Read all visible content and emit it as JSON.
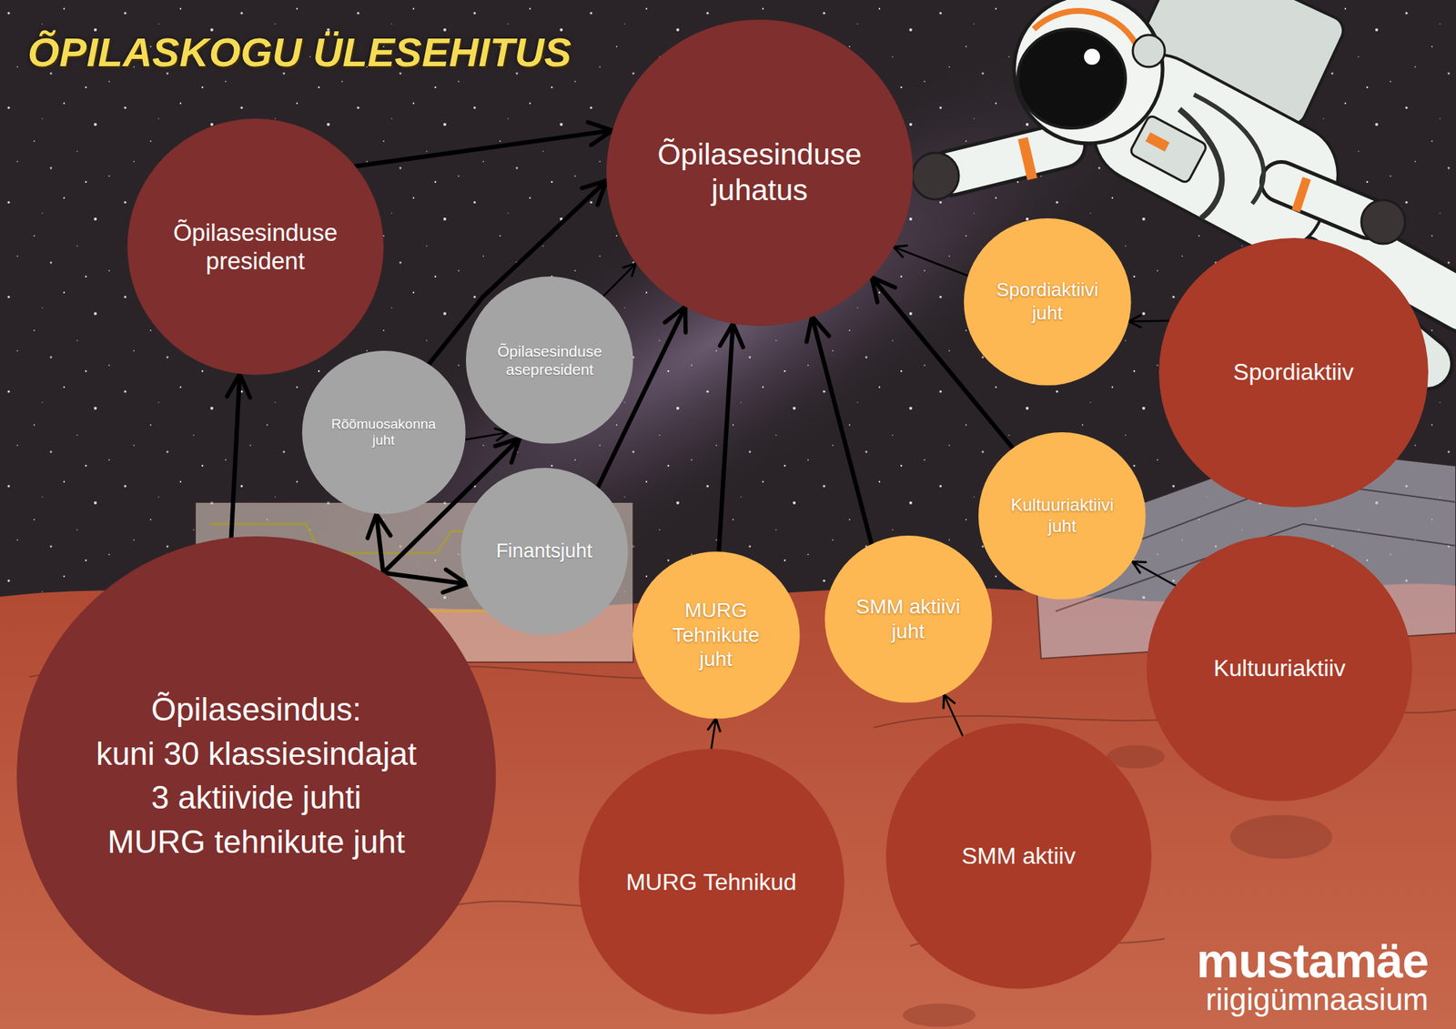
{
  "diagram": {
    "title": "ÕPILASKOGU ÜLESEHITUS",
    "nodes": [
      {
        "text": [
          "Õpilasesinduse president"
        ]
      },
      {
        "text": [
          "Õpilasesinduse juhatus"
        ]
      },
      {
        "text": [
          "Spordiaktiivi juht"
        ]
      },
      {
        "text": [
          "Õpilasesinduse asepresident"
        ]
      },
      {
        "text": [
          "Spordiaktiiv"
        ]
      },
      {
        "text": [
          "Rõõmuosakonna juht"
        ]
      },
      {
        "text": [
          "Kultuuriaktiivi juht"
        ]
      },
      {
        "text": [
          "Finantsjuht"
        ]
      },
      {
        "text": [
          "SMM aktiivi juht"
        ]
      },
      {
        "text": [
          "MURG Tehnikute juht"
        ]
      },
      {
        "text": [
          "Kultuuriaktiiv"
        ]
      },
      {
        "text": [
          "Õpilasesindus:",
          "kuni 30 klassiesindajat",
          "3 aktiivide juhti",
          "MURG tehnikute juht"
        ]
      },
      {
        "text": [
          "SMM aktiiv"
        ]
      },
      {
        "text": [
          "MURG Tehnikud"
        ]
      }
    ],
    "edges": [
      {
        "from": 11,
        "to": 0,
        "arrow": "to"
      },
      {
        "from": 0,
        "to": 1,
        "arrow": "to"
      },
      {
        "from": 11,
        "to": 5,
        "arrow": "to"
      },
      {
        "from": 11,
        "to": 3,
        "arrow": "to"
      },
      {
        "from": 11,
        "to": 7,
        "arrow": "to"
      },
      {
        "from": 5,
        "to": 3,
        "arrow": "to"
      },
      {
        "from": 5,
        "to": 1,
        "arrow": "to"
      },
      {
        "from": 3,
        "to": 1,
        "arrow": "to"
      },
      {
        "from": 7,
        "to": 1,
        "arrow": "to"
      },
      {
        "from": 9,
        "to": 1,
        "arrow": "to"
      },
      {
        "from": 8,
        "to": 1,
        "arrow": "to"
      },
      {
        "from": 6,
        "to": 1,
        "arrow": "to"
      },
      {
        "from": 2,
        "to": 1,
        "arrow": "to"
      },
      {
        "from": 4,
        "to": 2,
        "arrow": "to"
      },
      {
        "from": 10,
        "to": 6,
        "arrow": "to"
      },
      {
        "from": 12,
        "to": 8,
        "arrow": "to"
      },
      {
        "from": 13,
        "to": 9,
        "arrow": "to"
      }
    ],
    "labels": [
      "mustamäe",
      "riigigümnaasium"
    ]
  }
}
